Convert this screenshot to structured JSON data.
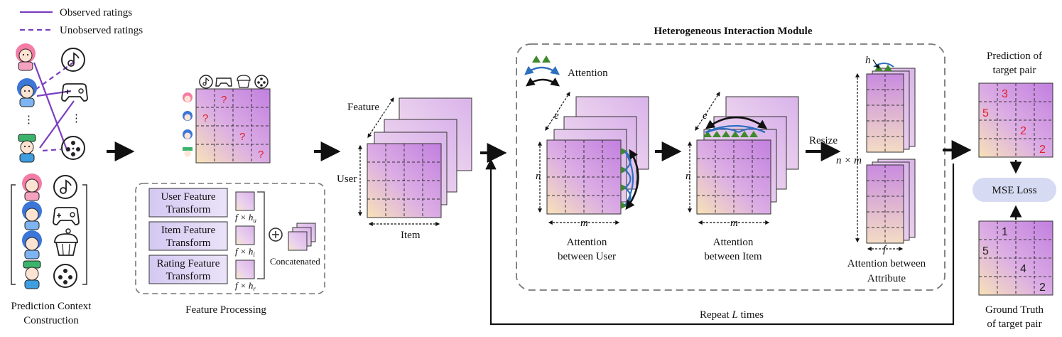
{
  "legend": {
    "observed": "Observed ratings",
    "unobserved": "Unobserved ratings"
  },
  "colors": {
    "purple": "#7b3fbf",
    "grid_fill_a": "#c98be0",
    "grid_fill_b": "#f4dfb2",
    "box_fill": "#ddd0f2",
    "attention_blue": "#2f6fbf",
    "attention_green": "#3e8a2a"
  },
  "icons": {
    "users": [
      "girl-user-icon",
      "blue-hair-user-icon",
      "green-hat-user-icon"
    ],
    "items": [
      "music-icon",
      "gamepad-icon",
      "cupcake-icon",
      "film-reel-icon"
    ],
    "ellipsis": "⋮"
  },
  "context": {
    "caption_line1": "Prediction Context",
    "caption_line2": "Construction"
  },
  "rating_matrix": {
    "question_marks": [
      "?",
      "?",
      "?",
      "?"
    ]
  },
  "feature_processing": {
    "user_transform": [
      "User Feature",
      "Transform"
    ],
    "item_transform": [
      "Item Feature",
      "Transform"
    ],
    "rating_transform": [
      "Rating Feature",
      "Transform"
    ],
    "dim_user_main": "f × h",
    "dim_user_sub": "u",
    "dim_item_main": "f × h",
    "dim_item_sub": "i",
    "dim_rating_main": "f × h",
    "dim_rating_sub": "r",
    "concat_label": "Concatenated",
    "caption": "Feature Processing"
  },
  "tensor": {
    "feature_label": "Feature",
    "user_label": "User",
    "item_label": "Item"
  },
  "module": {
    "title": "Heterogeneous Interaction Module",
    "attention_legend": "Attention",
    "axis_e": "e",
    "axis_n": "n",
    "axis_m": "m",
    "axis_h": "h",
    "axis_f": "f",
    "axis_nm": "n × m",
    "user_caption": [
      "Attention",
      "between User"
    ],
    "item_caption": [
      "Attention",
      "between Item"
    ],
    "attr_caption": [
      "Attention between",
      "Attribute"
    ],
    "resize_label": "Resize"
  },
  "repeat": {
    "label_prefix": "Repeat ",
    "label_var": "L",
    "label_suffix": " times"
  },
  "prediction": {
    "title": [
      "Prediction of",
      "target pair"
    ],
    "values": [
      "3",
      "5",
      "2",
      "2"
    ]
  },
  "loss": {
    "label": "MSE Loss"
  },
  "ground_truth": {
    "title": [
      "Ground Truth",
      "of target pair"
    ],
    "values": [
      "1",
      "5",
      "4",
      "2"
    ]
  }
}
